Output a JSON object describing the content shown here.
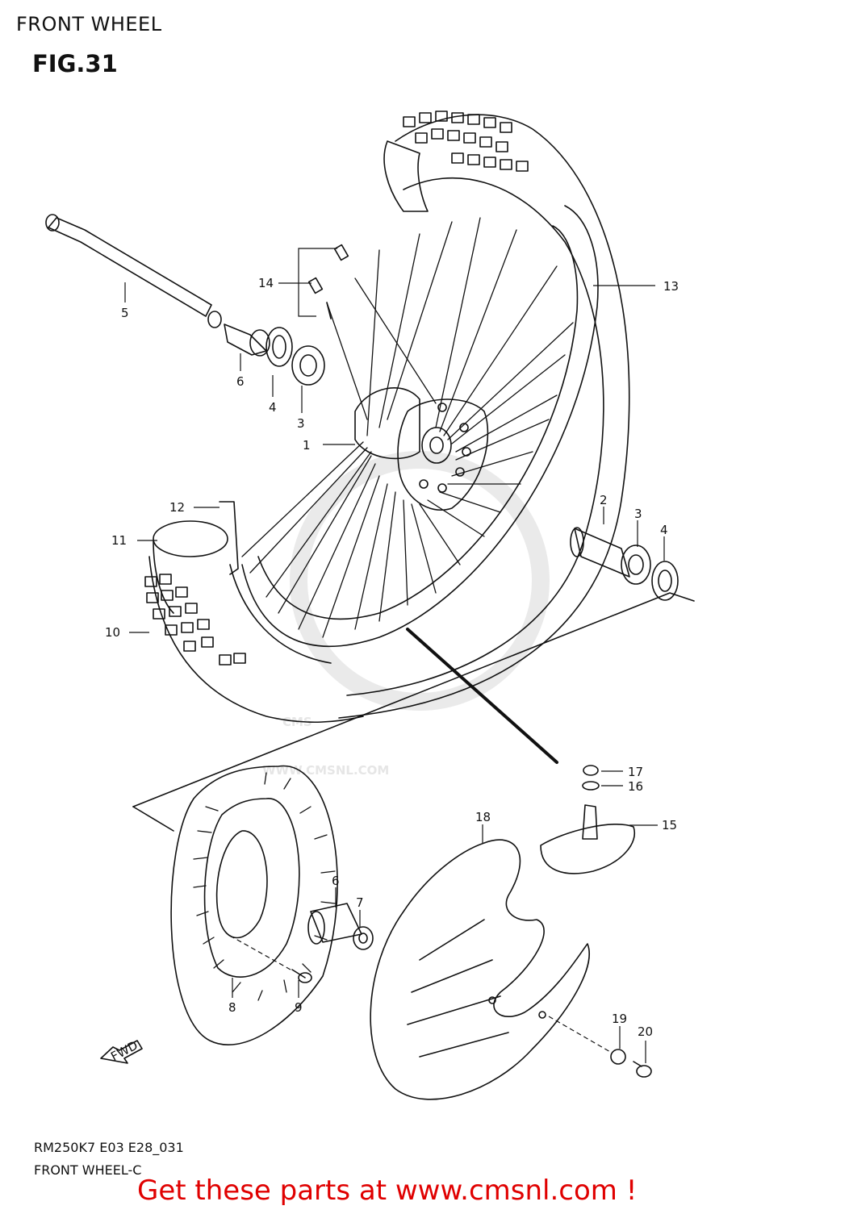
{
  "header": {
    "section_title": "FRONT WHEEL"
  },
  "figure": {
    "title": "FIG.31"
  },
  "watermark": {
    "brand": "CMS",
    "url": "WWW.CMSNL.COM"
  },
  "direction_marker": {
    "label": "FWD",
    "icon": "fwd-arrow-icon"
  },
  "callouts": [
    {
      "id": "1",
      "label": "1"
    },
    {
      "id": "2",
      "label": "2"
    },
    {
      "id": "3a",
      "label": "3"
    },
    {
      "id": "3b",
      "label": "3"
    },
    {
      "id": "4a",
      "label": "4"
    },
    {
      "id": "4b",
      "label": "4"
    },
    {
      "id": "5",
      "label": "5"
    },
    {
      "id": "6a",
      "label": "6"
    },
    {
      "id": "6b",
      "label": "6"
    },
    {
      "id": "7",
      "label": "7"
    },
    {
      "id": "8",
      "label": "8"
    },
    {
      "id": "9",
      "label": "9"
    },
    {
      "id": "10",
      "label": "10"
    },
    {
      "id": "11",
      "label": "11"
    },
    {
      "id": "12",
      "label": "12"
    },
    {
      "id": "13",
      "label": "13"
    },
    {
      "id": "14",
      "label": "14"
    },
    {
      "id": "15",
      "label": "15"
    },
    {
      "id": "16",
      "label": "16"
    },
    {
      "id": "17",
      "label": "17"
    },
    {
      "id": "18",
      "label": "18"
    },
    {
      "id": "19",
      "label": "19"
    },
    {
      "id": "20",
      "label": "20"
    }
  ],
  "footer": {
    "diagram_code": "RM250K7 E03 E28_031",
    "diagram_label": "FRONT WHEEL-C",
    "promo": "Get these parts at www.cmsnl.com !"
  },
  "colors": {
    "ink": "#111111",
    "promo": "#e00000",
    "watermark": "#e6e6e6",
    "background": "#ffffff"
  }
}
